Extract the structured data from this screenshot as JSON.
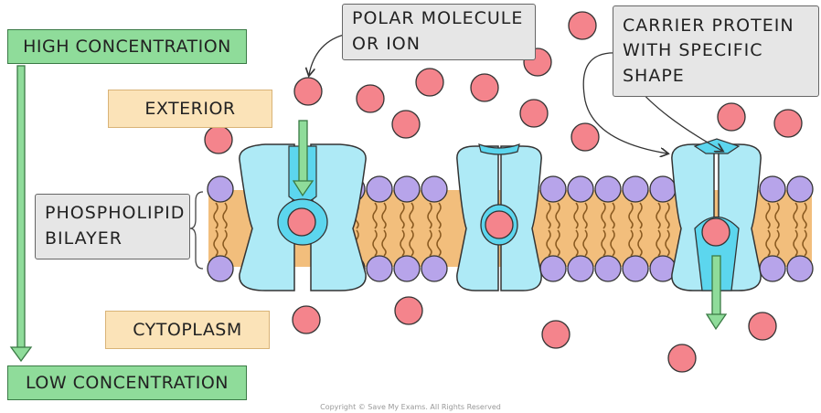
{
  "gradient": {
    "high": "HIGH CONCENTRATION",
    "low": "LOW CONCENTRATION"
  },
  "regions": {
    "exterior": "EXTERIOR",
    "cytoplasm": "CYTOPLASM"
  },
  "callouts": {
    "polar_line1": "POLAR MOLECULE",
    "polar_line2": "OR ION",
    "carrier_line1": "CARRIER PROTEIN",
    "carrier_line2": "WITH SPECIFIC",
    "carrier_line3": "SHAPE",
    "bilayer_line1": "PHOSPHOLIPID",
    "bilayer_line2": "BILAYER"
  },
  "copyright": "Copyright © Save My Exams. All Rights Reserved",
  "colors": {
    "protein": "#aeeaf6",
    "protein_channel": "#5cd6ee",
    "ion": "#f4848c",
    "head": "#b7a4ea",
    "bilayer": "#f2be7c",
    "arrow": "#8fdc9a"
  }
}
